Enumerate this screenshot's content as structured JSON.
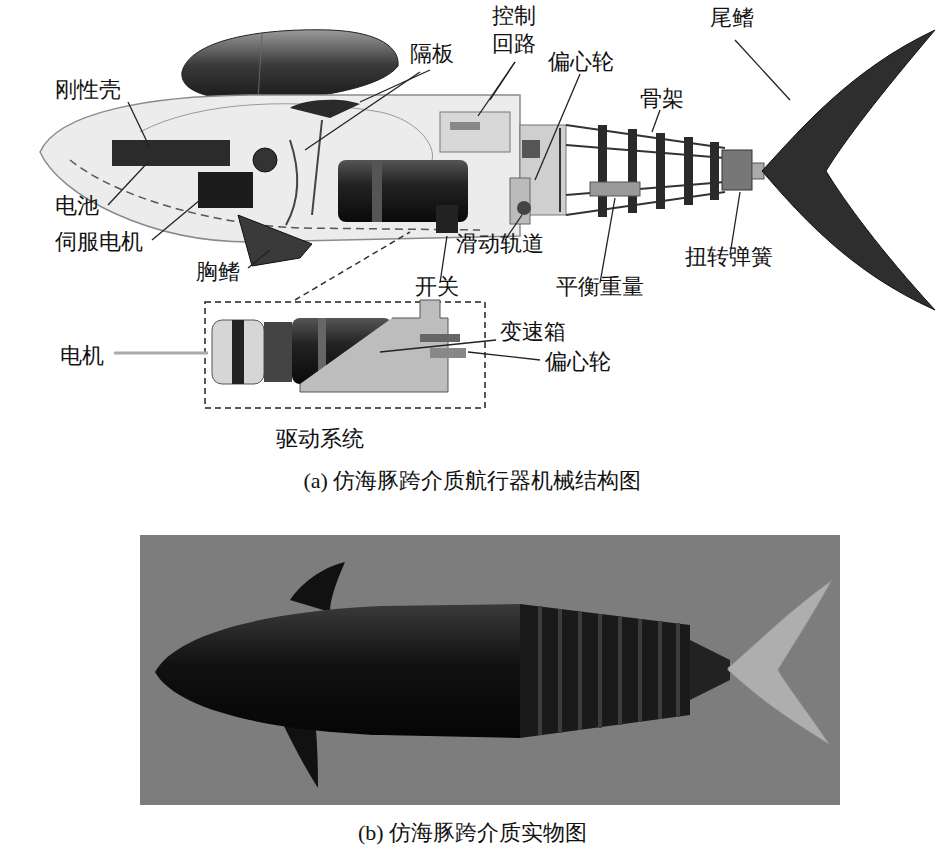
{
  "diagram": {
    "labels": [
      "控制 回路",
      "隔板",
      "偏心轮",
      "尾鳍",
      "刚性壳",
      "骨架",
      "电池",
      "伺服电机",
      "胸鳍",
      "滑动轨道",
      "扭转弹簧",
      "开关",
      "平衡重量",
      "变速箱",
      "电机",
      "偏心轮",
      "驱动系统",
      "(a) 仿海豚跨介质航行器机械结构图",
      "(b) 仿海豚跨介质实物图"
    ]
  }
}
